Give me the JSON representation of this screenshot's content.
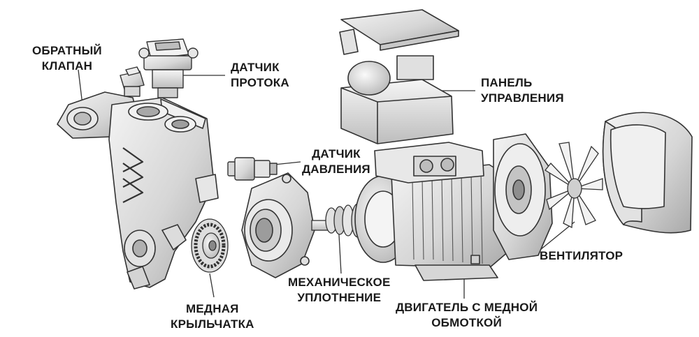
{
  "labels": {
    "check_valve": [
      "ОБРАТНЫЙ",
      "КЛАПАН"
    ],
    "flow_sensor": [
      "ДАТЧИК",
      "ПРОТОКА"
    ],
    "control_panel": [
      "ПАНЕЛЬ",
      "УПРАВЛЕНИЯ"
    ],
    "pressure_sensor": [
      "ДАТЧИК",
      "ДАВЛЕНИЯ"
    ],
    "fan": "ВЕНТИЛЯТОР",
    "mechanical_seal": [
      "МЕХАНИЧЕСКОЕ",
      "УПЛОТНЕНИЕ"
    ],
    "motor": [
      "ДВИГАТЕЛЬ С МЕДНОЙ",
      "ОБМОТКОЙ"
    ],
    "impeller": [
      "МЕДНАЯ",
      "КРЫЛЬЧАТКА"
    ]
  },
  "colors": {
    "text": "#1a1a1a",
    "outline": "#333333",
    "metal_light": "#eeeeee",
    "metal_mid": "#cfcfcf",
    "metal_dark": "#9a9a9a"
  }
}
